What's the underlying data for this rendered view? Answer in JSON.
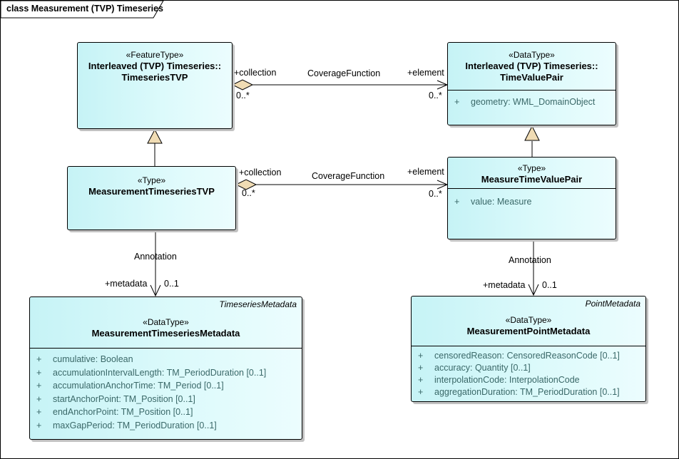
{
  "frame": {
    "title": "class Measurement (TVP) Timeseries"
  },
  "colors": {
    "box_border": "#000000",
    "box_fill_left": "#c6f3f6",
    "box_fill_right": "#ecfdfe",
    "box_shadow": "#c2c2c2",
    "attribute_text": "#3a6868",
    "marker_fill": "#f0dcb4",
    "connector_line": "#000000"
  },
  "classes": {
    "timeseries_tvp": {
      "stereotype": "«FeatureType»",
      "name_line1": "Interleaved (TVP) Timeseries::",
      "name_line2": "TimeseriesTVP"
    },
    "time_value_pair": {
      "stereotype": "«DataType»",
      "name_line1": "Interleaved (TVP) Timeseries::",
      "name_line2": "TimeValuePair",
      "attributes": [
        {
          "visibility": "+",
          "signature": "geometry: WML_DomainObject"
        }
      ]
    },
    "measurement_timeseries_tvp": {
      "stereotype": "«Type»",
      "name": "MeasurementTimeseriesTVP"
    },
    "measure_time_value_pair": {
      "stereotype": "«Type»",
      "name": "MeasureTimeValuePair",
      "attributes": [
        {
          "visibility": "+",
          "signature": "value: Measure"
        }
      ]
    },
    "measurement_timeseries_metadata": {
      "corner_label": "TimeseriesMetadata",
      "stereotype": "«DataType»",
      "name": "MeasurementTimeseriesMetadata",
      "attributes": [
        {
          "visibility": "+",
          "signature": "cumulative: Boolean"
        },
        {
          "visibility": "+",
          "signature": "accumulationIntervalLength: TM_PeriodDuration [0..1]"
        },
        {
          "visibility": "+",
          "signature": "accumulationAnchorTime: TM_Period [0..1]"
        },
        {
          "visibility": "+",
          "signature": "startAnchorPoint: TM_Position [0..1]"
        },
        {
          "visibility": "+",
          "signature": "endAnchorPoint: TM_Position [0..1]"
        },
        {
          "visibility": "+",
          "signature": "maxGapPeriod: TM_PeriodDuration [0..1]"
        }
      ]
    },
    "measurement_point_metadata": {
      "corner_label": "PointMetadata",
      "stereotype": "«DataType»",
      "name": "MeasurementPointMetadata",
      "attributes": [
        {
          "visibility": "+",
          "signature": "censoredReason: CensoredReasonCode [0..1]"
        },
        {
          "visibility": "+",
          "signature": "accuracy: Quantity [0..1]"
        },
        {
          "visibility": "+",
          "signature": "interpolationCode: InterpolationCode"
        },
        {
          "visibility": "+",
          "signature": "aggregationDuration: TM_PeriodDuration [0..1]"
        }
      ]
    }
  },
  "connectors": {
    "coverage_function_top": {
      "name": "CoverageFunction",
      "source_role": "+collection",
      "source_multiplicity": "0..*",
      "target_role": "+element",
      "target_multiplicity": "0..*"
    },
    "coverage_function_middle": {
      "name": "CoverageFunction",
      "source_role": "+collection",
      "source_multiplicity": "0..*",
      "target_role": "+element",
      "target_multiplicity": "0..*"
    },
    "annotation_left": {
      "name": "Annotation",
      "target_role": "+metadata",
      "target_multiplicity": "0..1"
    },
    "annotation_right": {
      "name": "Annotation",
      "target_role": "+metadata",
      "target_multiplicity": "0..1"
    }
  }
}
